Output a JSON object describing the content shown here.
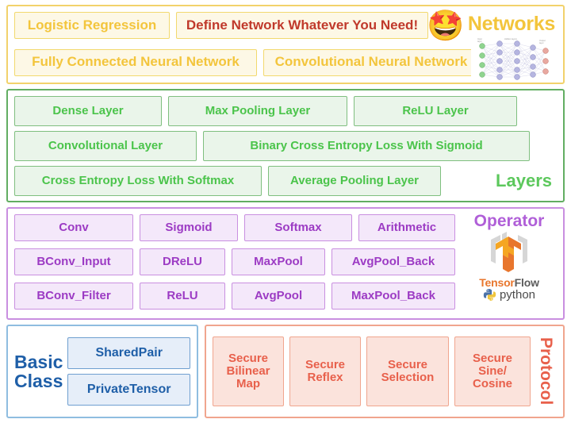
{
  "networks": {
    "title": "Networks",
    "emoji": "star-struck-face",
    "chips": [
      {
        "label": "Logistic Regression",
        "style": "normal"
      },
      {
        "label": "Define Network Whatever You Need!",
        "style": "highlight"
      },
      {
        "label": "Fully Connected Neural Network",
        "style": "normal"
      },
      {
        "label": "Convolutional Neural Network",
        "style": "normal"
      }
    ],
    "border_color": "#F2D26B",
    "text_color": "#F3C53C",
    "highlight_color": "#C0392B",
    "chip_bg": "#FDF8E6"
  },
  "layers": {
    "title": "Layers",
    "chips": [
      {
        "label": "Dense Layer"
      },
      {
        "label": "Max Pooling Layer"
      },
      {
        "label": "ReLU Layer"
      },
      {
        "label": "Convolutional Layer"
      },
      {
        "label": "Binary Cross Entropy Loss With Sigmoid"
      },
      {
        "label": "Cross Entropy Loss With Softmax"
      },
      {
        "label": "Average Pooling Layer"
      }
    ],
    "border_color": "#62AE62",
    "text_color": "#4BC44B",
    "title_color": "#5CC85C",
    "chip_bg": "#EAF5EA"
  },
  "operator": {
    "title": "Operator",
    "chips": [
      {
        "label": "Conv"
      },
      {
        "label": "Sigmoid"
      },
      {
        "label": "Softmax"
      },
      {
        "label": "Arithmetic"
      },
      {
        "label": "BConv_Input"
      },
      {
        "label": "DReLU"
      },
      {
        "label": "MaxPool"
      },
      {
        "label": "AvgPool_Back"
      },
      {
        "label": "BConv_Filter"
      },
      {
        "label": "ReLU"
      },
      {
        "label": "AvgPool"
      },
      {
        "label": "MaxPool_Back"
      }
    ],
    "logos": {
      "tensorflow_tensor": "Tensor",
      "tensorflow_flow": "Flow",
      "python": "python"
    },
    "border_color": "#C98FE0",
    "text_color": "#9C3BC4",
    "title_color": "#B05FD8",
    "chip_bg": "#F4E8FA"
  },
  "basic_class": {
    "title_line1": "Basic",
    "title_line2": "Class",
    "chips": [
      {
        "label": "SharedPair"
      },
      {
        "label": "PrivateTensor"
      }
    ],
    "border_color": "#8FBDE0",
    "text_color": "#1F5FA8",
    "chip_bg": "#E6EEF9"
  },
  "protocol": {
    "title": "Protocol",
    "chips": [
      {
        "label": "Secure Bilinear Map"
      },
      {
        "label": "Secure Reflex"
      },
      {
        "label": "Secure Selection"
      },
      {
        "label": "Secure Sine/ Cosine"
      }
    ],
    "border_color": "#F0A58E",
    "text_color": "#E8604B",
    "chip_bg": "#FBE3DC"
  }
}
